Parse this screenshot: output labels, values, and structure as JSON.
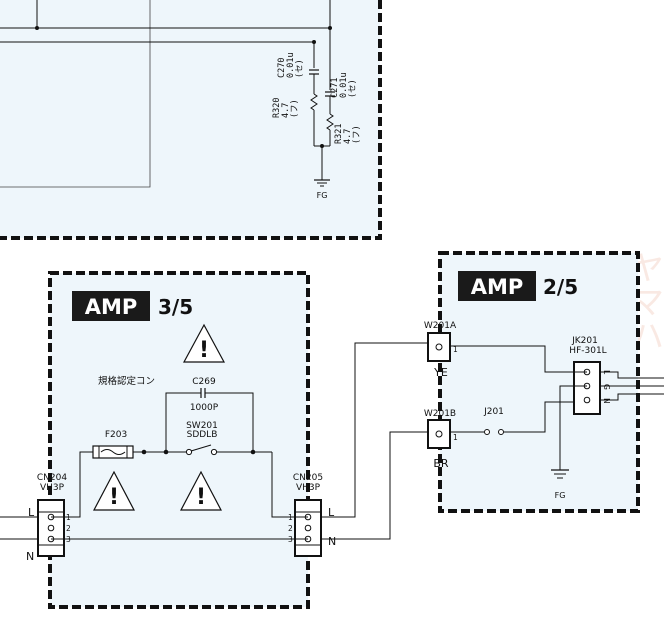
{
  "watermark": "ヤマハ",
  "top_block": {
    "c270": {
      "ref": "C270",
      "value": "0.01u",
      "type": "(セ)"
    },
    "c271": {
      "ref": "C271",
      "value": "0.01u",
      "type": "(セ)"
    },
    "r320": {
      "ref": "R320",
      "value": "4.7",
      "type": "(フ)"
    },
    "r321": {
      "ref": "R321",
      "value": "4.7",
      "type": "(フ)"
    },
    "fg": "FG"
  },
  "amp3": {
    "title": "AMP",
    "sheet": "3/5",
    "note_label": "規格認定コン",
    "c269": {
      "ref": "C269",
      "value": "1000P"
    },
    "f203": "F203",
    "sw201": {
      "ref": "SW201",
      "type": "SDDLB"
    },
    "cn204": {
      "ref": "CN204",
      "type": "VH3P",
      "pins": [
        "1",
        "2",
        "3"
      ]
    },
    "cn205": {
      "ref": "CN205",
      "type": "VH3P",
      "pins": [
        "1",
        "2",
        "3"
      ]
    },
    "line_l": "L",
    "line_n": "N"
  },
  "amp2": {
    "title": "AMP",
    "sheet": "2/5",
    "w201a": {
      "ref": "W201A",
      "pin": "1",
      "color": "YE"
    },
    "w201b": {
      "ref": "W201B",
      "pin": "1",
      "color": "BR"
    },
    "j201": "J201",
    "jk201": {
      "ref": "JK201",
      "type": "HF-301L",
      "pins": [
        "L",
        "G",
        "N"
      ]
    },
    "fg": "FG"
  },
  "outside": {
    "l": "L",
    "n": "N"
  },
  "colors": {
    "panel_fill": "#eef6fb",
    "ink": "#111111",
    "title_bg": "#1a1a1a",
    "title_text": "#ffffff"
  }
}
